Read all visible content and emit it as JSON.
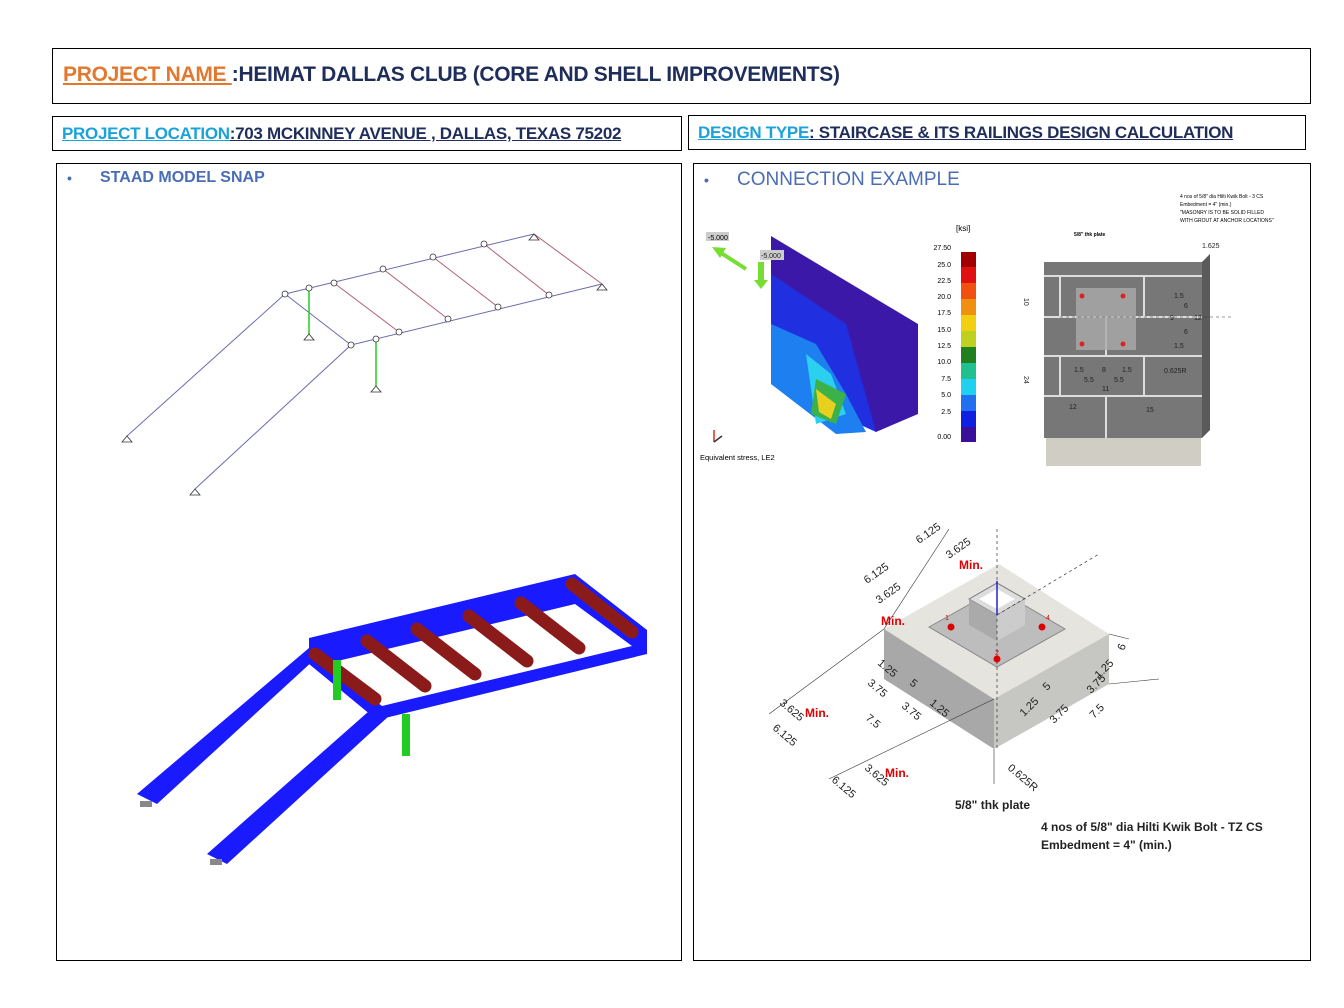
{
  "header": {
    "project_name_label": "PROJECT NAME ",
    "project_name_value": ":HEIMAT DALLAS CLUB (CORE AND SHELL IMPROVEMENTS)",
    "location_label": "PROJECT LOCATION",
    "location_value": ":703 MCKINNEY AVENUE , DALLAS, TEXAS 75202",
    "design_type_label": "DESIGN TYPE",
    "design_type_value": ":  STAIRCASE & ITS RAILINGS DESIGN CALCULATION"
  },
  "left_panel": {
    "bullet": "•",
    "title": "STAAD MODEL SNAP"
  },
  "right_panel": {
    "bullet": "•",
    "title": "CONNECTION EXAMPLE",
    "fea": {
      "load1": "-5.000",
      "load2": "-5.000",
      "unit": "[ksi]",
      "legend_ticks": [
        "27.50",
        "25.0",
        "22.5",
        "20.0",
        "17.5",
        "15.0",
        "12.5",
        "10.0",
        "7.5",
        "5.0",
        "2.5",
        "0.00"
      ],
      "caption": "Equivalent stress, LE2"
    },
    "wall": {
      "note1": "4 nos of 5/8\" dia Hilti Kwik Bolt - 3 CS",
      "note2": "Embedment = 4\"  (min.)",
      "note3": "\"MASONRY IS TO BE SOLID FILLED",
      "note4": "WITH GROUT AT ANCHOR LOCATIONS\"",
      "plate": "5/8\" thk plate",
      "dims": {
        "d1625": "1.625",
        "d10": "10",
        "d24": "24",
        "d15a": "1.5",
        "d6a": "6",
        "d9": "9",
        "d12": "12",
        "d6b": "6",
        "d15b": "1.5",
        "d15c": "1.5",
        "d8": "8",
        "d15d": "1.5",
        "d55a": "5.5",
        "d55b": "5.5",
        "d11": "11",
        "d12b": "12",
        "d15": "15",
        "r": "0.625R"
      }
    },
    "base": {
      "min": "Min.",
      "dims": [
        "6.125",
        "3.625",
        "6.125",
        "3.625",
        "1.25",
        "3.75",
        "5",
        "7.5",
        "3.75",
        "1.25",
        "3.625",
        "6.125",
        "3.625",
        "6.125",
        "1.25",
        "5",
        "3.75",
        "7.5",
        "1.25",
        "3.75",
        "6",
        "0.625R"
      ],
      "plate": "5/8\" thk plate",
      "note1": "4 nos of 5/8\" dia Hilti Kwik Bolt - TZ CS",
      "note2": "Embedment = 4\"  (min.)",
      "bolts": [
        "1",
        "2",
        "3",
        "4"
      ]
    }
  },
  "colors": {
    "orange": "#e2782e",
    "cyan": "#1ba3d8",
    "navy": "#1f2d5a",
    "bullet_blue": "#4a6db5",
    "member_blue": "#1a1aff",
    "rung_red": "#8b1a1a"
  }
}
